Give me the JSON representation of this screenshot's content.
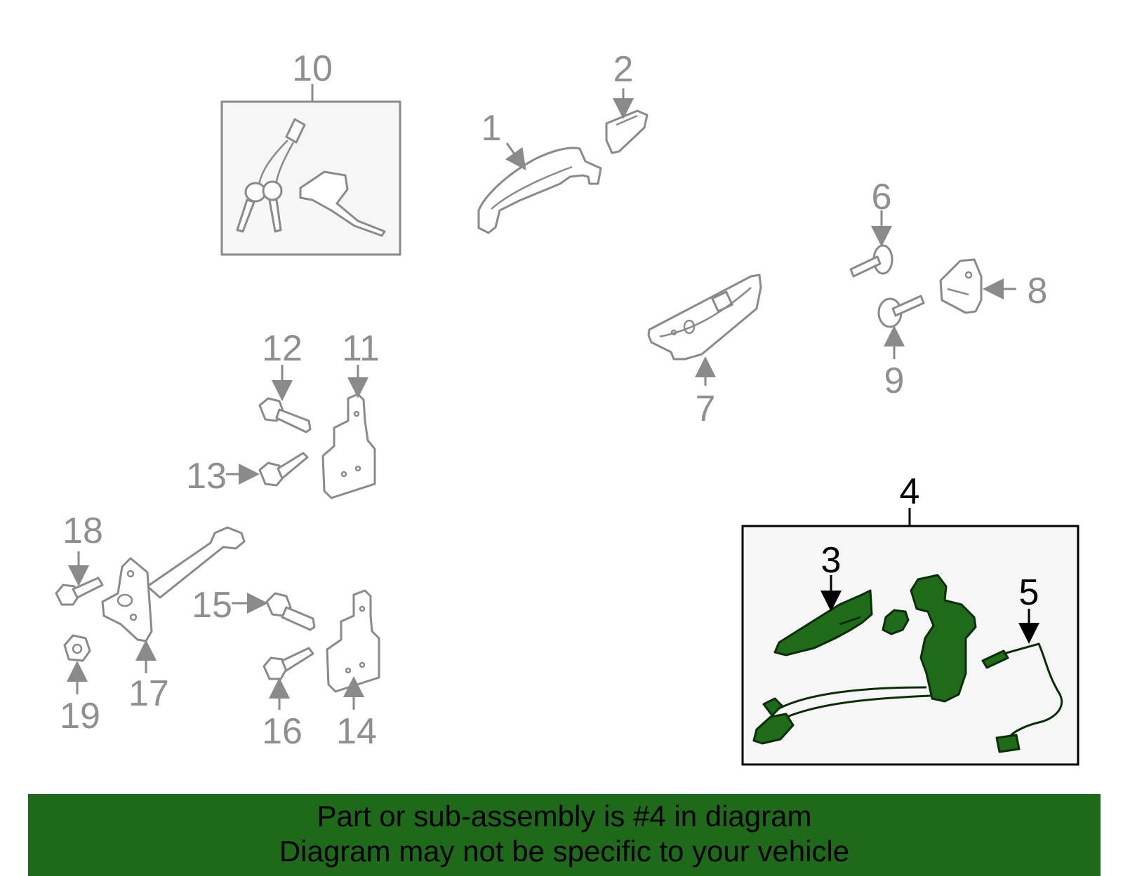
{
  "callouts": {
    "c1": "1",
    "c2": "2",
    "c3": "3",
    "c4": "4",
    "c5": "5",
    "c6": "6",
    "c7": "7",
    "c8": "8",
    "c9": "9",
    "c10": "10",
    "c11": "11",
    "c12": "12",
    "c13": "13",
    "c14": "14",
    "c15": "15",
    "c16": "16",
    "c17": "17",
    "c18": "18",
    "c19": "19"
  },
  "highlighted_part": "4",
  "colors": {
    "highlight": "#1f6b1a",
    "banner": "#1e6a1a",
    "part_stroke": "#8a8a8a"
  },
  "banner": {
    "line1": "Part or sub-assembly is #4 in diagram",
    "line2": "Diagram may not be specific to your vehicle"
  }
}
